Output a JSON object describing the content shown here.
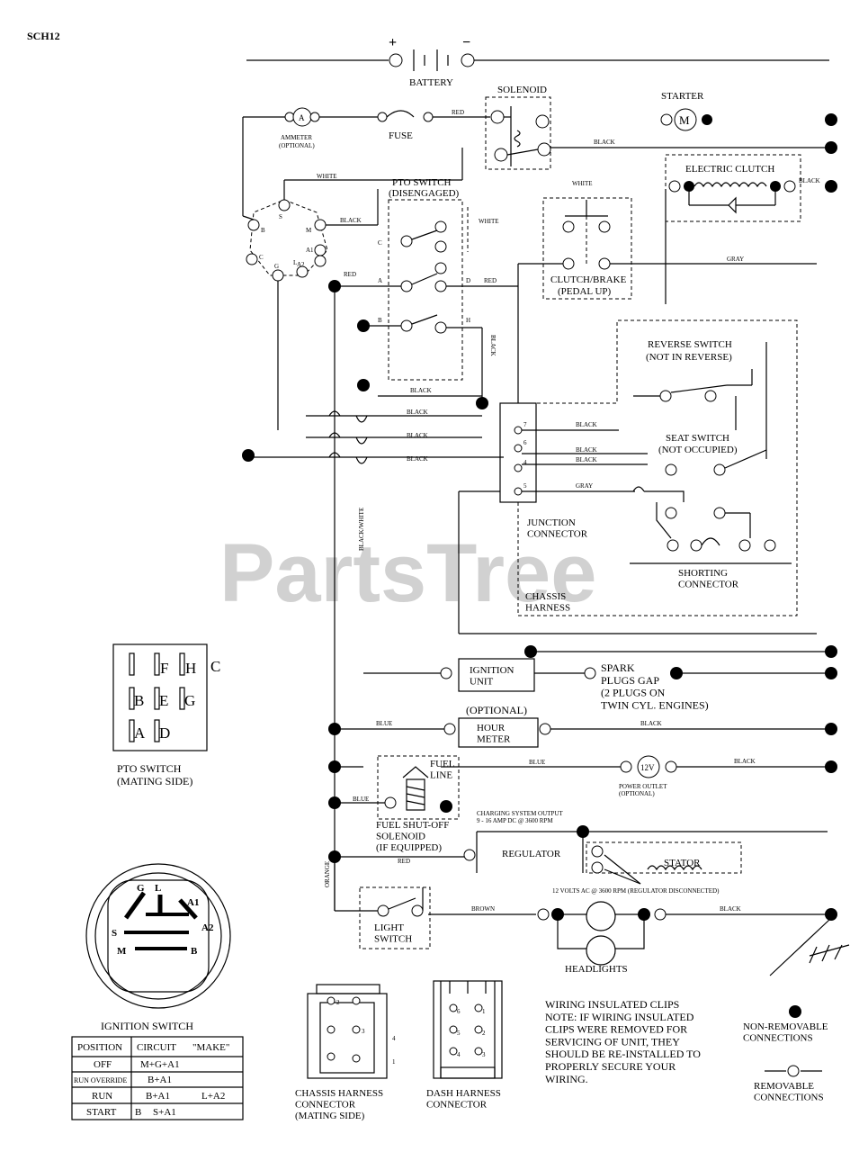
{
  "page_id": "SCH12",
  "watermark": "PartsTree",
  "labels": {
    "battery": "BATTERY",
    "plus": "+",
    "minus": "−",
    "solenoid": "SOLENOID",
    "starter": "STARTER",
    "motor": "M",
    "ammeter": "AMMETER",
    "ammeter_opt": "(OPTIONAL)",
    "ammeter_a": "A",
    "fuse": "FUSE",
    "red": "RED",
    "black": "BLACK",
    "white": "WHITE",
    "gray": "GRAY",
    "blue": "BLUE",
    "brown": "BROWN",
    "orange": "ORANGE",
    "black_white": "BLACK/WHITE",
    "electric_clutch": "ELECTRIC CLUTCH",
    "pto_switch": "PTO SWITCH",
    "pto_disengaged": "(DISENGAGED)",
    "clutch_brake": "CLUTCH/BRAKE",
    "pedal_up": "(PEDAL UP)",
    "reverse_switch": "REVERSE SWITCH",
    "not_in_reverse": "(NOT IN REVERSE)",
    "seat_switch": "SEAT SWITCH",
    "not_occupied": "(NOT OCCUPIED)",
    "junction_connector": "JUNCTION\nCONNECTOR",
    "chassis_harness": "CHASSIS\nHARNESS",
    "shorting_connector": "SHORTING\nCONNECTOR",
    "ignition_unit": "IGNITION\nUNIT",
    "spark_plugs": "SPARK\nPLUGS GAP\n(2 PLUGS ON\nTWIN CYL. ENGINES)",
    "optional": "(OPTIONAL)",
    "hour_meter": "HOUR\nMETER",
    "power_outlet": "POWER OUTLET\n(OPTIONAL)",
    "power_12v": "12V",
    "fuel_line": "FUEL\nLINE",
    "fuel_solenoid": "FUEL SHUT-OFF\nSOLENOID\n(IF EQUIPPED)",
    "charging": "CHARGING SYSTEM OUTPUT\n9 - 16 AMP DC @ 3600 RPM",
    "regulator": "REGULATOR",
    "stator": "STATOR",
    "volts_ac": "12 VOLTS AC @ 3600 RPM (REGULATOR DISCONNECTED)",
    "light_switch": "LIGHT\nSWITCH",
    "headlights": "HEADLIGHTS",
    "pto_mating": "PTO SWITCH\n(MATING SIDE)",
    "ignition_switch": "IGNITION SWITCH",
    "chassis_conn": "CHASSIS HARNESS\nCONNECTOR\n(MATING SIDE)",
    "dash_conn": "DASH HARNESS\nCONNECTOR",
    "clips_note": "WIRING INSULATED CLIPS\nNOTE: IF WIRING INSULATED\nCLIPS WERE REMOVED FOR\nSERVICING OF UNIT, THEY\nSHOULD BE RE-INSTALLED TO\nPROPERLY SECURE YOUR\nWIRING.",
    "non_removable": "NON-REMOVABLE\nCONNECTIONS",
    "removable": "REMOVABLE\nCONNECTIONS",
    "blue_side": "BLUE"
  },
  "ign_terminals": {
    "s": "S",
    "b": "B",
    "l": "L",
    "m": "M",
    "a1": "A1",
    "a2": "A2",
    "g": "G",
    "c": "C"
  },
  "pto_terminals": {
    "a": "A",
    "b": "B",
    "c": "C",
    "d": "D",
    "e": "E",
    "f": "F",
    "g": "G",
    "h": "H"
  },
  "junction_pins": [
    "7",
    "6",
    "4",
    "5"
  ],
  "chassis_pins": [
    "2",
    "3",
    "4",
    "1"
  ],
  "dash_pins": [
    "6",
    "5",
    "4",
    "1",
    "2",
    "3"
  ],
  "ignition_table": {
    "headers": [
      "POSITION",
      "CIRCUIT",
      "\"MAKE\""
    ],
    "rows": [
      [
        "OFF",
        "M+G+A1",
        ""
      ],
      [
        "RUN OVERRIDE",
        "B+A1",
        ""
      ],
      [
        "RUN",
        "B+A1",
        "L+A2"
      ],
      [
        "START",
        "B",
        "S+A1"
      ]
    ]
  }
}
